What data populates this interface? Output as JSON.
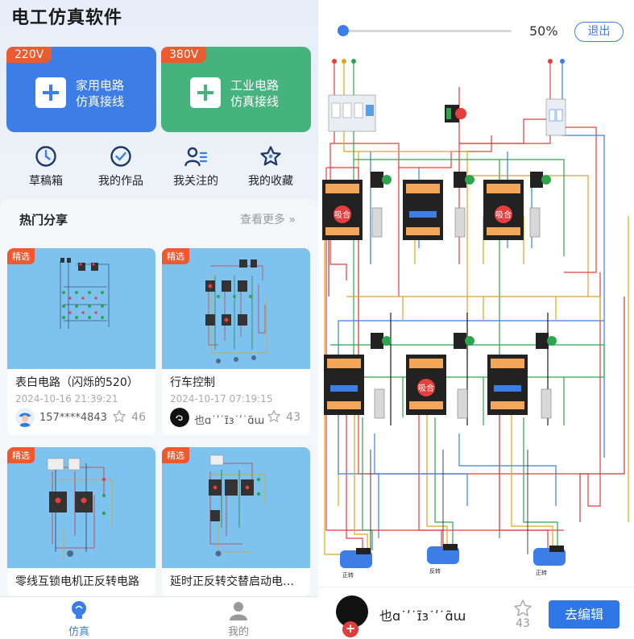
{
  "app": {
    "title": "电工仿真软件"
  },
  "cards": [
    {
      "tag": "220V",
      "line1": "家用电路",
      "line2": "仿真接线",
      "color": "#3c7de6"
    },
    {
      "tag": "380V",
      "line1": "工业电路",
      "line2": "仿真接线",
      "color": "#46b27e"
    }
  ],
  "quick": [
    {
      "label": "草稿箱",
      "icon": "clock-icon"
    },
    {
      "label": "我的作品",
      "icon": "check-circle-icon"
    },
    {
      "label": "我关注的",
      "icon": "user-list-icon"
    },
    {
      "label": "我的收藏",
      "icon": "star-icon"
    }
  ],
  "share": {
    "heading": "热门分享",
    "more": "查看更多 »",
    "tag": "精选",
    "items": [
      {
        "title": "表白电路（闪烁的520）",
        "date": "2024-10-16 21:39:21",
        "user": "157****4843",
        "likes": "46"
      },
      {
        "title": "行车控制",
        "date": "2024-10-17 07:19:15",
        "user": "也ɑ˙ʹ˙ɪ̃ɜ˙ʹ˙ɑ̃ɯ",
        "likes": "43"
      },
      {
        "title": "零线互锁电机正反转电路"
      },
      {
        "title": "延时正反转交替启动电…"
      }
    ]
  },
  "tabs": [
    {
      "label": "仿真",
      "active": true
    },
    {
      "label": "我的",
      "active": false
    }
  ],
  "viewer": {
    "zoom_value": 50,
    "zoom_label": "50%",
    "exit": "退出",
    "relay_label": "吸合",
    "motor_labels": [
      "正转",
      "反转",
      "正转"
    ],
    "author": "也ɑ˙ʹ˙ɪ̃ɜ˙ʹ˙ɑ̃ɯ",
    "likes": "43",
    "edit": "去编辑"
  },
  "colors": {
    "accent": "#3c7de6",
    "tag": "#ec5a2f",
    "thumb_bg": "#7ec2f0"
  }
}
